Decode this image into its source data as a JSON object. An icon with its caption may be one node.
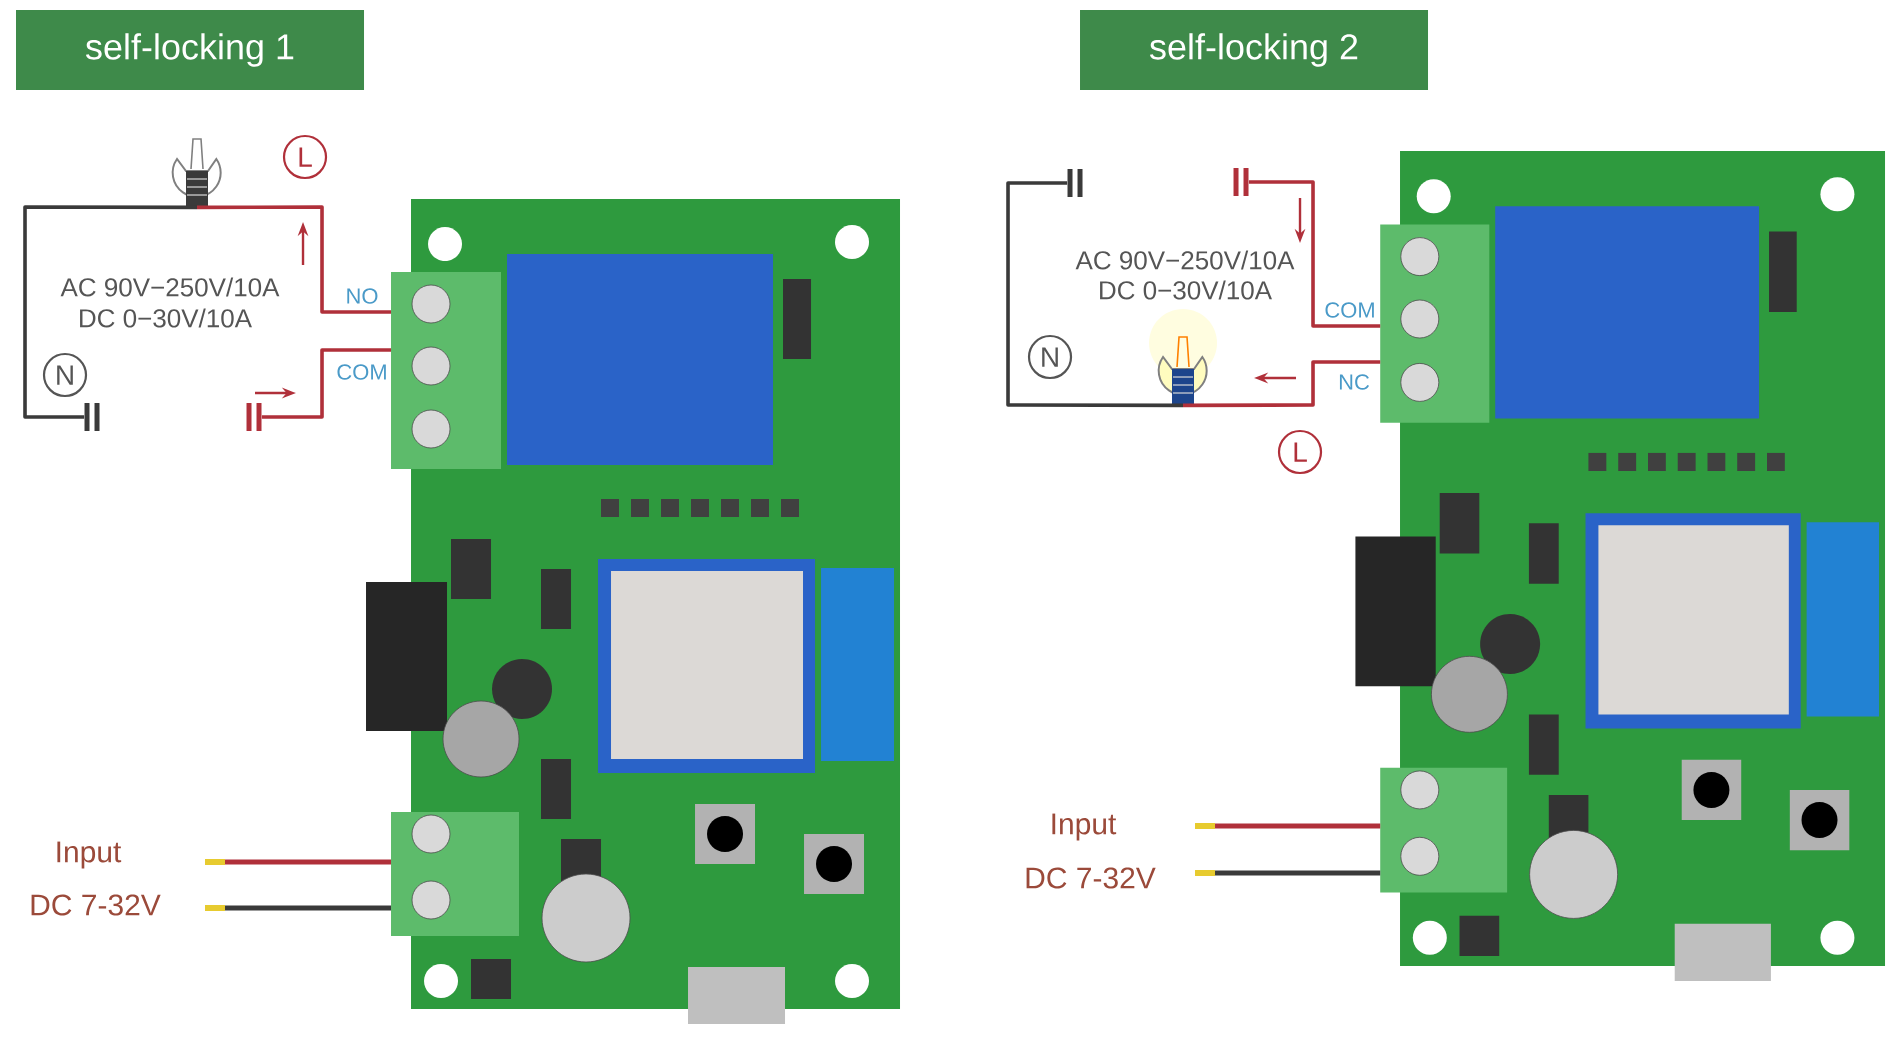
{
  "diagram": {
    "nodes": [
      {
        "text": [
          "self-locking 1"
        ]
      },
      {
        "text": [
          "self-locking 2"
        ]
      },
      {
        "text": [],
        "shape": "picture"
      },
      {
        "text": [],
        "shape": "picture"
      },
      {
        "text": [],
        "shape": "picture"
      },
      {
        "text": [],
        "shape": "bar"
      },
      {
        "text": [],
        "shape": "bar"
      },
      {
        "text": [],
        "shape": "picture"
      },
      {
        "text": [],
        "shape": "bar"
      },
      {
        "text": [],
        "shape": "bar"
      }
    ],
    "edges": [
      {
        "from": 4,
        "to": 5,
        "arrow": "none",
        "color": "#3a3a3a"
      },
      {
        "from": 4,
        "to": 2,
        "arrow": "none"
      },
      {
        "from": 6,
        "to": 2,
        "arrow": "none"
      },
      {
        "from": 7,
        "to": 8,
        "arrow": "none",
        "color": "#3a3a3a"
      },
      {
        "from": 7,
        "to": 3,
        "arrow": "none"
      },
      {
        "from": 9,
        "to": 3,
        "arrow": "none"
      },
      {
        "from": null,
        "to": 2,
        "arrow": "none"
      },
      {
        "from": null,
        "to": 2,
        "arrow": "none",
        "color": "#3a3a3a"
      },
      {
        "from": null,
        "to": 3,
        "arrow": "none"
      },
      {
        "from": null,
        "to": 3,
        "arrow": "none",
        "color": "#3a3a3a"
      }
    ],
    "labels": [
      "L",
      "AC 90V−250V/10A",
      "DC 0−30V/10A",
      "NO",
      "COM",
      "N",
      "Input",
      "DC 7-32V",
      "AC 90V−250V/10A",
      "DC 0−30V/10A",
      "COM",
      "NC",
      "N",
      "L",
      "Input",
      "DC 7-32V"
    ]
  }
}
